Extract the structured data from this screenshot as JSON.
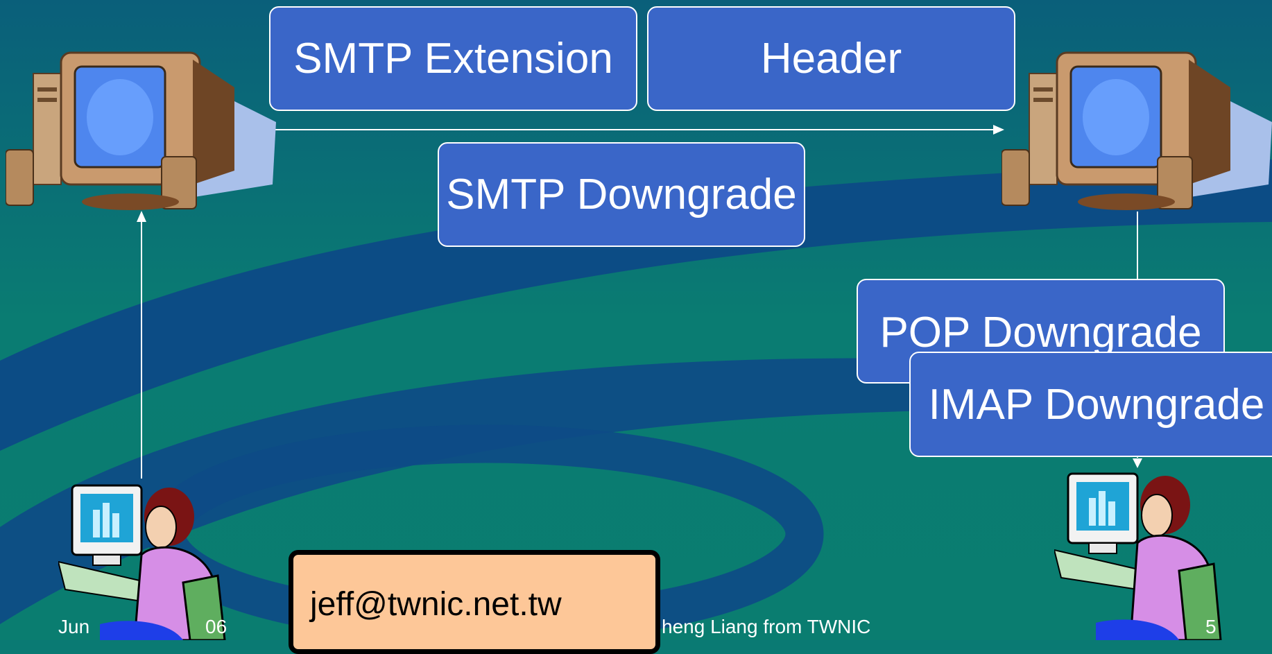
{
  "diagram": {
    "boxes": {
      "smtp_extension": "SMTP Extension",
      "header": "Header",
      "smtp_downgrade": "SMTP Downgrade",
      "pop_downgrade": "POP Downgrade",
      "imap_downgrade": "IMAP Downgrade"
    },
    "email": "jeff@twnic.net.tw",
    "icons": [
      "desktop-computer-icon",
      "desktop-computer-icon",
      "user-at-computer-icon",
      "user-at-computer-icon"
    ]
  },
  "footer": {
    "date_fragment_left": "Jun",
    "date_fragment_right": "06",
    "presenter": "heng Liang from TWNIC",
    "page_number": "5"
  },
  "colors": {
    "background": "#0a7a73",
    "swoosh": "#0d4a86",
    "box_fill": "#3a66c8",
    "email_box_fill": "#fdc798"
  }
}
